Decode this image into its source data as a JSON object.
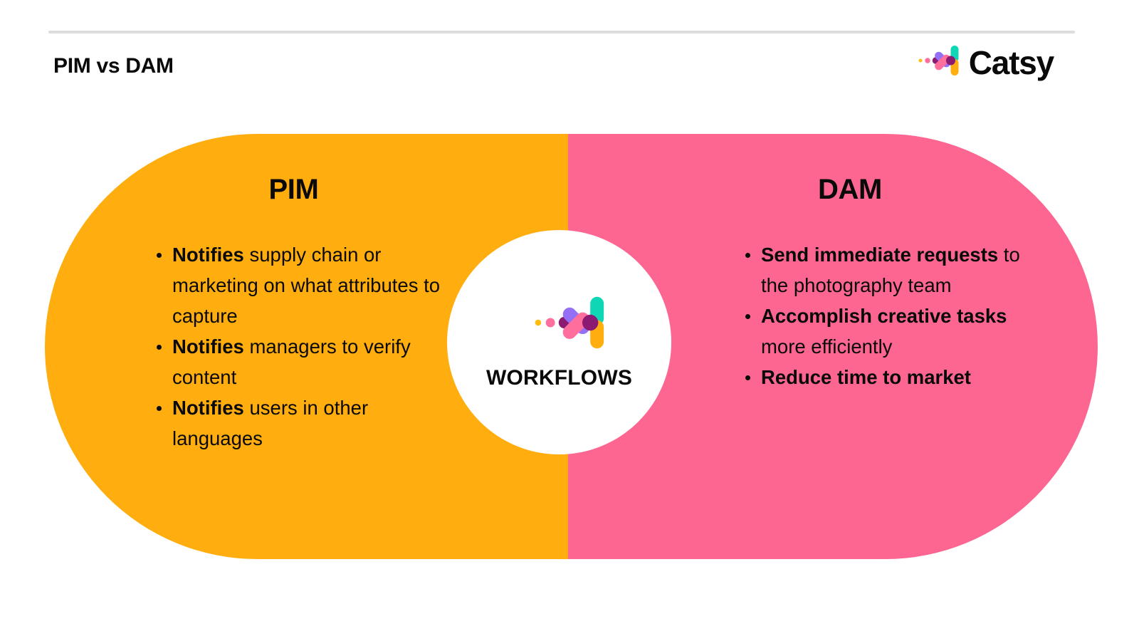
{
  "header": {
    "title": "PIM vs DAM",
    "divider": "horizontal-rule"
  },
  "brand": {
    "name": "Catsy",
    "logo_icon": "catsy-pinwheel-logo-icon"
  },
  "colors": {
    "pim_background": "#FFAD0F",
    "dam_background": "#FC6691",
    "text": "#0A0A0A",
    "divider": "#DCDCDE",
    "logo_teal": "#0FD6B5",
    "logo_purple": "#9370F5",
    "logo_pink": "#FF6E9C",
    "logo_orange": "#FFAD0F",
    "logo_dark_purple": "#8B1A73",
    "logo_amber": "#FFBC11"
  },
  "center": {
    "label": "WORKFLOWS",
    "icon": "catsy-pinwheel-logo-icon"
  },
  "panels": {
    "left": {
      "title": "PIM",
      "bullets": [
        {
          "bold": "Notifies",
          "rest": " supply chain or marketing on what attributes to capture"
        },
        {
          "bold": "Notifies",
          "rest": " managers to verify content"
        },
        {
          "bold": "Notifies",
          "rest": " users in other languages"
        }
      ]
    },
    "right": {
      "title": "DAM",
      "bullets": [
        {
          "bold": "Send immediate requests",
          "rest": " to the photography team"
        },
        {
          "bold": "Accomplish creative tasks",
          "rest": " more efficiently"
        },
        {
          "bold": "Reduce time to market",
          "rest": ""
        }
      ]
    }
  }
}
